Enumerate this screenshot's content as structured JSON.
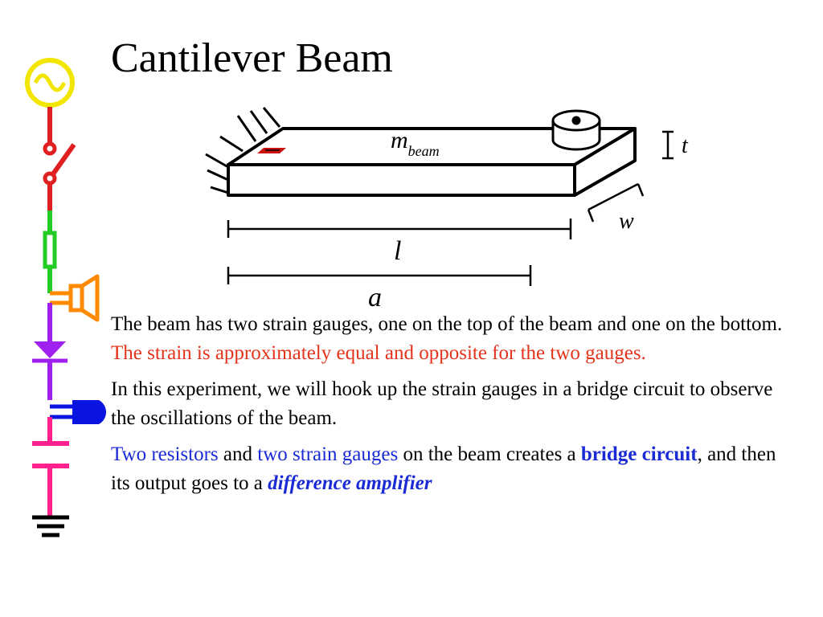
{
  "title": "Cantilever Beam",
  "figure": {
    "mass_label_main": "m",
    "mass_label_sub": "beam",
    "thickness_label": "t",
    "width_label": "w",
    "length_label": "l",
    "distance_label": "a"
  },
  "circuit_icons": [
    "ac-source-icon",
    "switch-icon",
    "fuse-icon",
    "speaker-icon",
    "diode-icon",
    "lamp-icon",
    "capacitor-icon",
    "ground-icon"
  ],
  "colors": {
    "emphasis_red": "#e5331b",
    "emphasis_blue": "#1a2bd6",
    "strain_gauge": "#cc1111"
  },
  "paragraphs": [
    {
      "plain": "The beam has two strain gauges, one on the top of the beam and one on the bottom. ",
      "highlight": "The strain is approximately equal and opposite for the two gauges."
    },
    {
      "plain": "In this experiment, we will hook up the strain gauges in a bridge circuit to observe the oscillations of the beam."
    },
    {
      "link1": "Two resistors",
      "text1": " and ",
      "link2": "two strain gauges",
      "text2": " on the beam creates a ",
      "bold": "bridge circuit",
      "text3": ", and then its output goes to a ",
      "bold_italic": "difference amplifier"
    }
  ]
}
